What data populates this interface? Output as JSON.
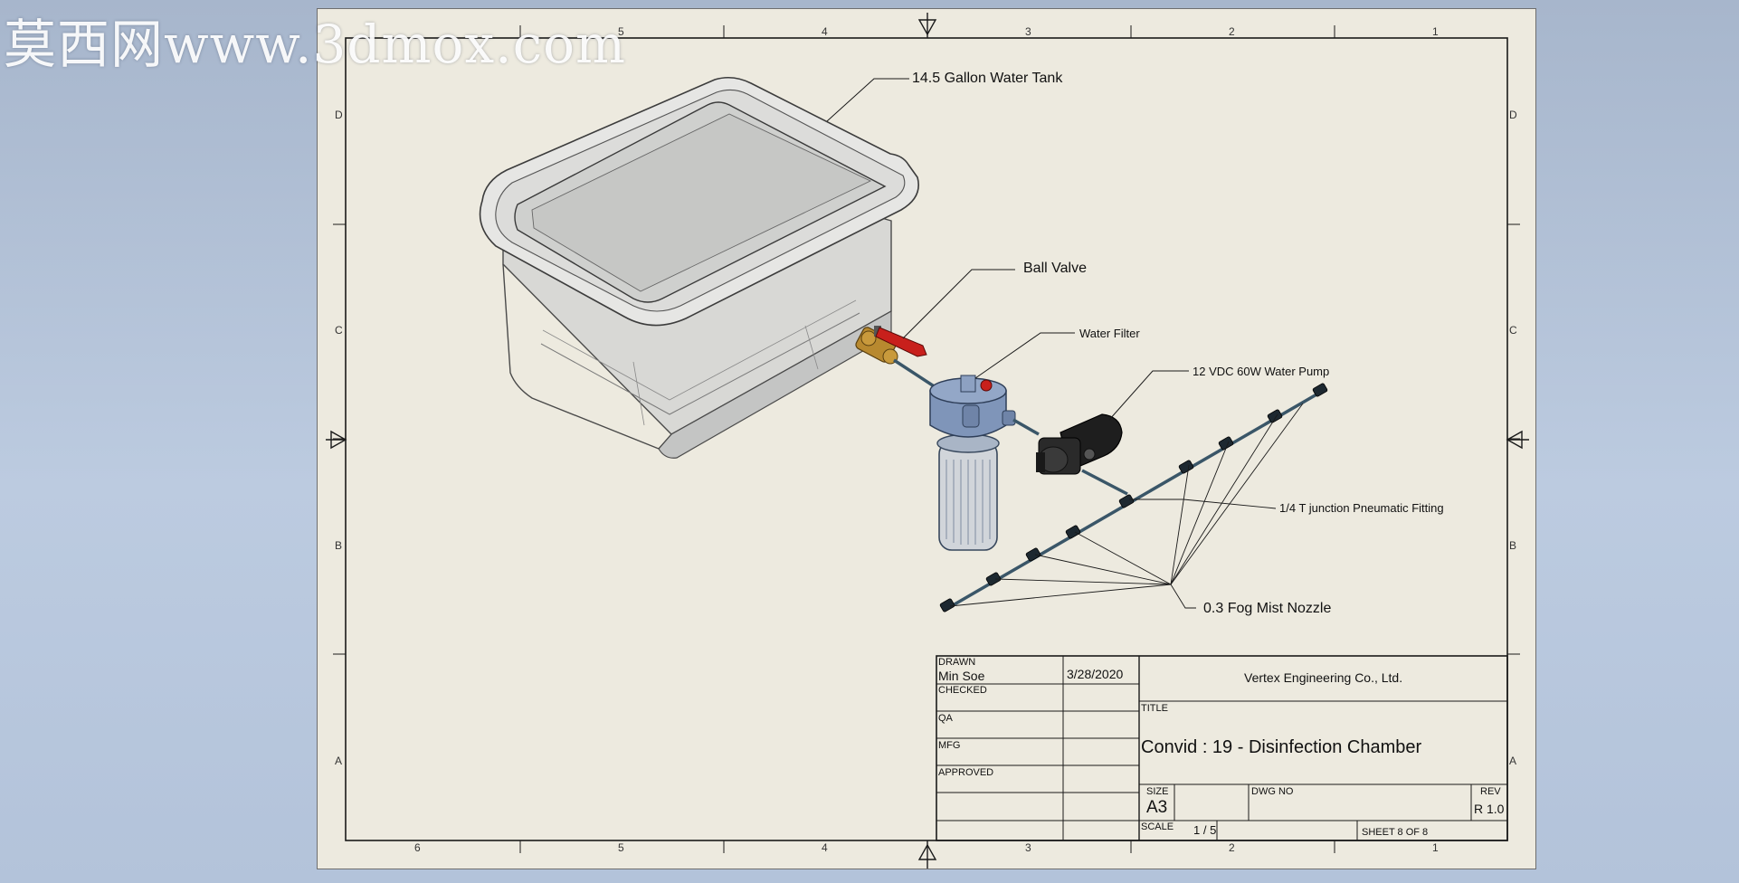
{
  "watermark": "莫西网www.3dmox.com",
  "zones": {
    "columns": [
      "6",
      "5",
      "4",
      "3",
      "2",
      "1"
    ],
    "rows": [
      "D",
      "C",
      "B",
      "A"
    ]
  },
  "callouts": {
    "tank": "14.5 Gallon Water Tank",
    "valve": "Ball Valve",
    "filter": "Water Filter",
    "pump": "12 VDC 60W Water Pump",
    "fitting": "1/4 T junction Pneumatic Fitting",
    "nozzle": "0.3 Fog Mist Nozzle"
  },
  "title_block": {
    "drawn_label": "DRAWN",
    "drawn_by": "Min Soe",
    "drawn_date": "3/28/2020",
    "checked_label": "CHECKED",
    "qa_label": "QA",
    "mfg_label": "MFG",
    "approved_label": "APPROVED",
    "company": "Vertex Engineering Co., Ltd.",
    "title_label": "TITLE",
    "title": "Convid : 19 - Disinfection Chamber",
    "size_label": "SIZE",
    "size": "A3",
    "dwg_no_label": "DWG NO",
    "rev_label": "REV",
    "rev": "R 1.0",
    "scale_label": "SCALE",
    "scale": "1 / 5",
    "sheet": "SHEET 8  OF 8"
  },
  "colors": {
    "paper": "#edeadf",
    "line": "#1a1a1a",
    "valve_handle": "#c8201c",
    "valve_brass": "#b8892f",
    "filter_head": "#7f95b9",
    "pipe": "#3a5668"
  }
}
